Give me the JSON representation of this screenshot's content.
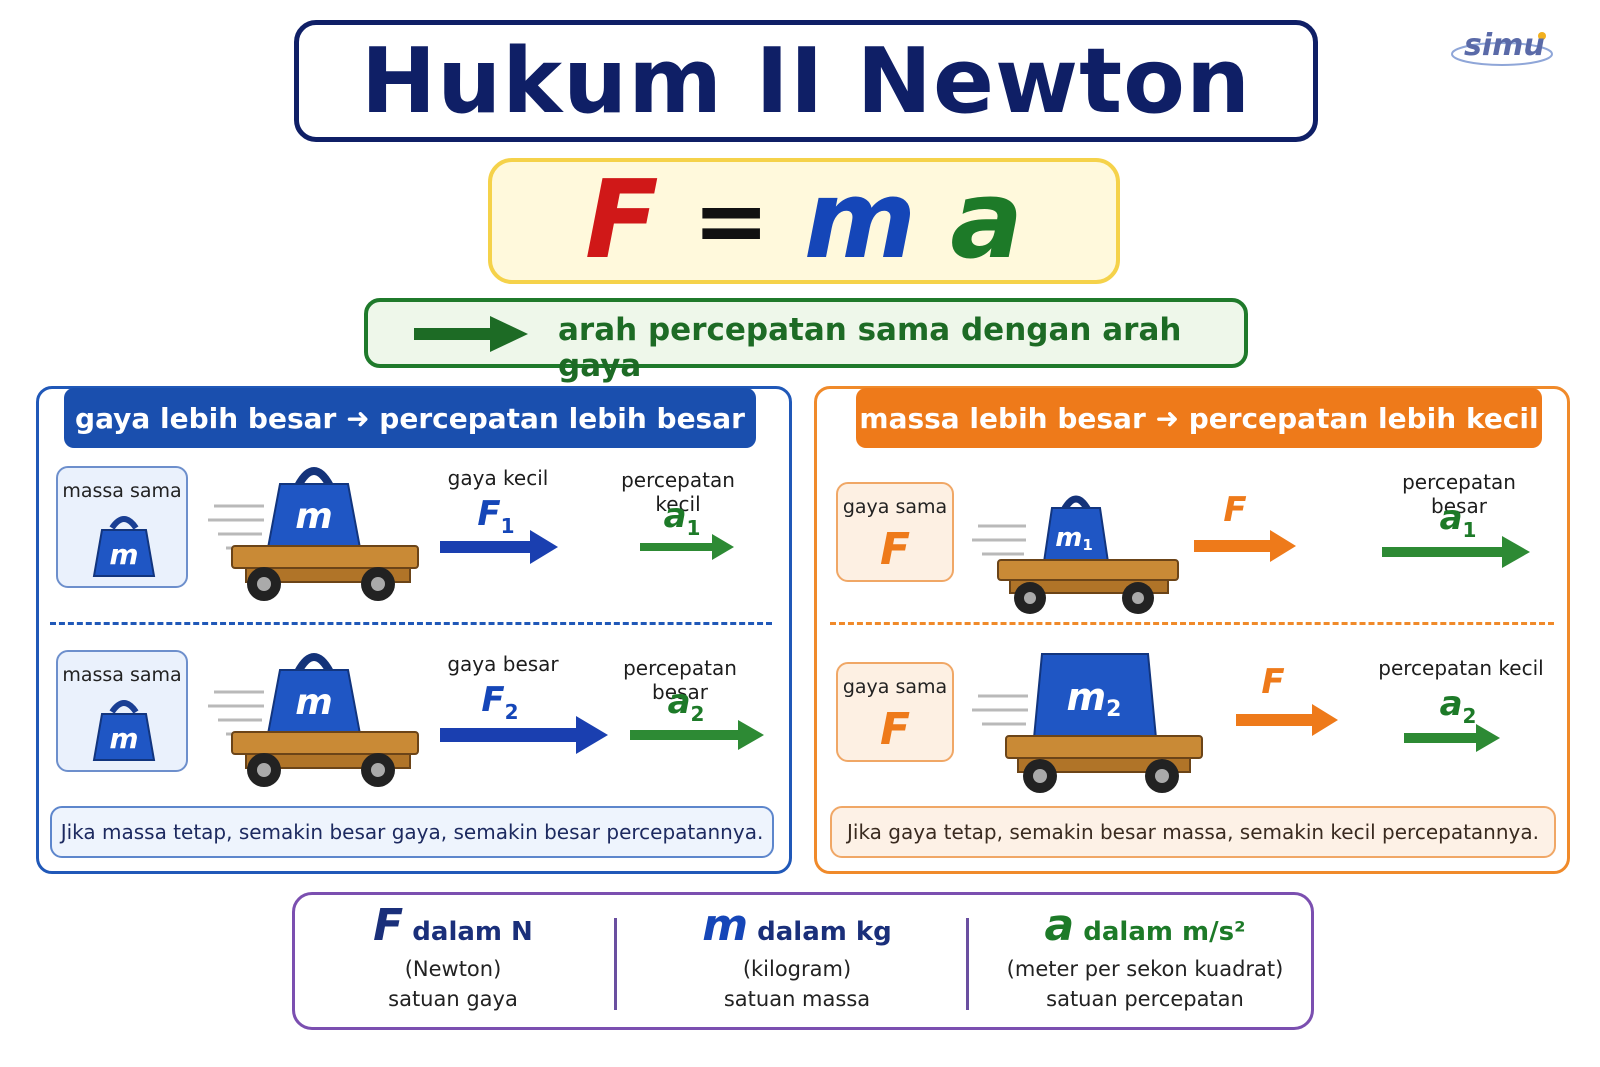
{
  "title": "Hukum II Newton",
  "logo": "simu",
  "formula": {
    "F": "F",
    "eq": "=",
    "m": "m",
    "a": "a"
  },
  "direction_note": "arah percepatan sama dengan arah gaya",
  "left_panel": {
    "header": "gaya lebih besar ➜ percepatan lebih besar",
    "rows": [
      {
        "box_label": "massa sama",
        "box_symbol": "m",
        "cart_symbol": "m",
        "force_label": "gaya kecil",
        "force_symbol": "F",
        "force_sub": "1",
        "acc_label": "percepatan kecil",
        "acc_symbol": "a",
        "acc_sub": "1"
      },
      {
        "box_label": "massa sama",
        "box_symbol": "m",
        "cart_symbol": "m",
        "force_label": "gaya besar",
        "force_symbol": "F",
        "force_sub": "2",
        "acc_label": "percepatan besar",
        "acc_symbol": "a",
        "acc_sub": "2"
      }
    ],
    "caption": "Jika massa tetap, semakin besar gaya, semakin besar percepatannya."
  },
  "right_panel": {
    "header": "massa lebih besar ➜ percepatan lebih kecil",
    "rows": [
      {
        "box_label": "gaya sama",
        "box_symbol": "F",
        "cart_symbol": "m",
        "cart_sub": "1",
        "force_symbol": "F",
        "acc_label": "percepatan besar",
        "acc_symbol": "a",
        "acc_sub": "1"
      },
      {
        "box_label": "gaya sama",
        "box_symbol": "F",
        "cart_symbol": "m",
        "cart_sub": "2",
        "force_symbol": "F",
        "acc_label": "percepatan kecil",
        "acc_symbol": "a",
        "acc_sub": "2"
      }
    ],
    "caption": "Jika gaya tetap, semakin besar massa, semakin kecil percepatannya."
  },
  "units": [
    {
      "symbol": "F",
      "text": "dalam N",
      "line1": "(Newton)",
      "line2": "satuan gaya",
      "color": "#1a2f7a"
    },
    {
      "symbol": "m",
      "text": "dalam kg",
      "line1": "(kilogram)",
      "line2": "satuan massa",
      "color": "#1546b8"
    },
    {
      "symbol": "a",
      "text": "dalam m/s²",
      "line1": "(meter per sekon kuadrat)",
      "line2": "satuan percepatan",
      "color": "#1d7a28"
    }
  ]
}
